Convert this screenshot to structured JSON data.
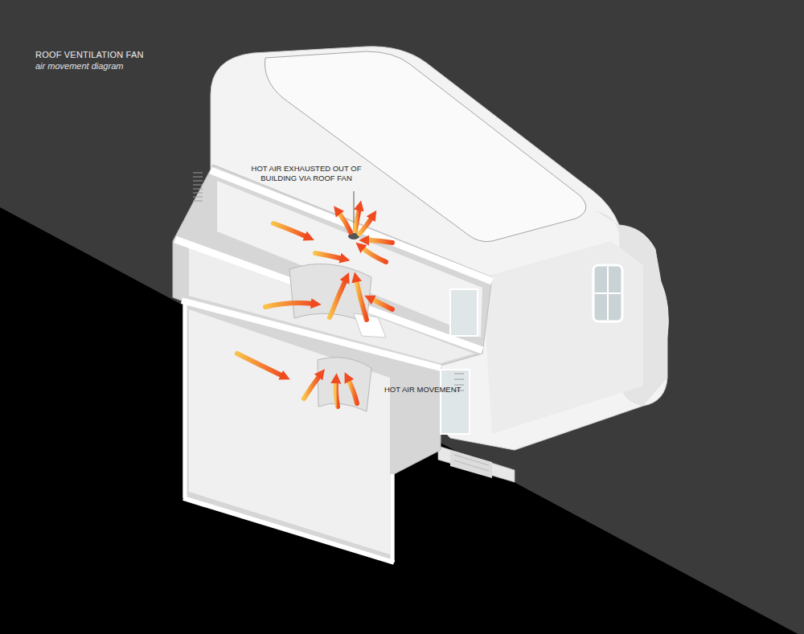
{
  "diagram": {
    "title": "ROOF VENTILATION FAN",
    "labels": [
      "air movement diagram",
      "HOT AIR EXHAUSTED OUT OF BUILDING VIA ROOF FAN",
      "HOT AIR MOVEMENT"
    ]
  }
}
